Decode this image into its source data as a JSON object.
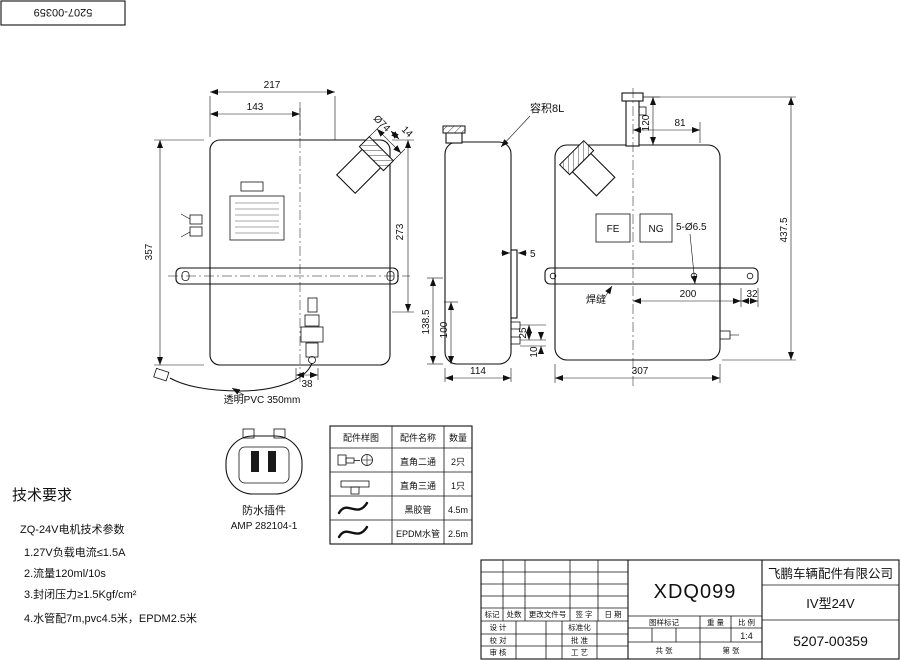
{
  "doc_box": {
    "number": "5207-00359"
  },
  "front_view": {
    "dim_217": "217",
    "dim_143": "143",
    "dim_357": "357",
    "dim_273": "273",
    "dim_38": "38",
    "dim_phi74": "Ø74",
    "dim_14": "14",
    "pvc_label": "透明PVC 350mm"
  },
  "side_view": {
    "capacity_label": "容积8L",
    "dim_5": "5",
    "dim_138_5": "138.5",
    "dim_100": "100",
    "dim_25": "25",
    "dim_10": "10",
    "dim_114": "114"
  },
  "rear_view": {
    "dim_120": "120",
    "dim_81": "81",
    "dim_437_5": "437.5",
    "holes_label": "5-Ø6.5",
    "weld_label": "焊缝",
    "dim_200": "200",
    "dim_32": "32",
    "dim_307": "307",
    "logo_left": "FE",
    "logo_right": "NG"
  },
  "connector": {
    "name": "防水插件",
    "part_no": "AMP 282104-1"
  },
  "parts_table": {
    "header": {
      "sample": "配件样图",
      "name": "配件名称",
      "qty": "数量"
    },
    "rows": [
      {
        "name": "直角二通",
        "qty": "2只"
      },
      {
        "name": "直角三通",
        "qty": "1只"
      },
      {
        "name": "黑胶管",
        "qty": "4.5m"
      },
      {
        "name": "EPDM水管",
        "qty": "2.5m"
      }
    ]
  },
  "tech_req": {
    "title": "技术要求",
    "subtitle": "ZQ-24V电机技术参数",
    "items": [
      "1.27V负载电流≤1.5A",
      "2.流量120ml/10s",
      "3.封闭压力≥1.5Kgf/cm²",
      "4.水管配7m,pvc4.5米，EPDM2.5米"
    ]
  },
  "title_block": {
    "model": "XDQ099",
    "company": "飞鹏车辆配件有限公司",
    "product_type": "IV型24V",
    "drawing_no": "5207-00359",
    "scale_value": "1:4",
    "labels": {
      "mark": "标记",
      "count": "处数",
      "change_doc": "更改文件号",
      "sign": "签 字",
      "date": "日 期",
      "design": "设 计",
      "standardize": "标准化",
      "check": "校 对",
      "approve": "批 准",
      "review": "审 核",
      "process": "工 艺",
      "stage_mark": "图样标记",
      "weight": "重 量",
      "scale": "比 例",
      "sheets_total": "共  张",
      "sheet_no": "第  张"
    }
  }
}
